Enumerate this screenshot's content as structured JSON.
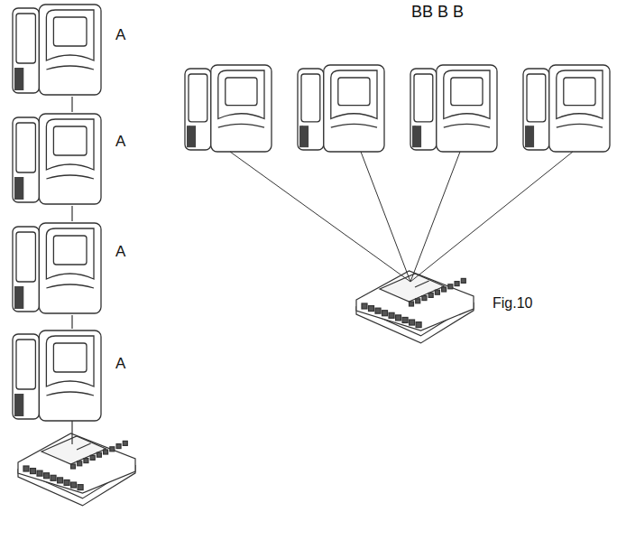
{
  "diagram": {
    "nodes": [
      {
        "text": [
          "A"
        ]
      },
      {
        "text": [
          "A"
        ]
      },
      {
        "text": [
          "A"
        ]
      },
      {
        "text": [
          "A"
        ]
      }
    ],
    "edges": [
      {
        "from": 0,
        "to": 1,
        "arrow": "none"
      },
      {
        "from": 1,
        "to": 2,
        "arrow": "none"
      },
      {
        "from": 2,
        "to": 3,
        "arrow": "none"
      }
    ],
    "labels": [
      "BB B B",
      "Fig.10"
    ]
  }
}
